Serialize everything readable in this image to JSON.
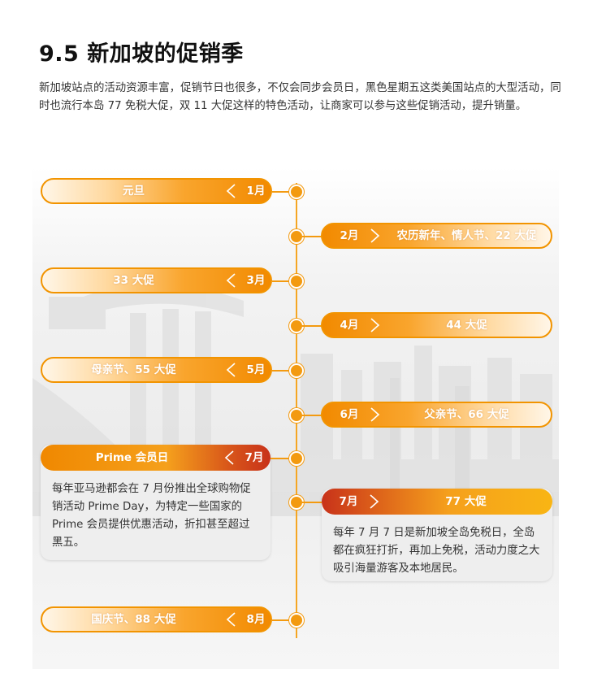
{
  "page": {
    "title": "9.5 新加坡的促销季",
    "intro": "新加坡站点的活动资源丰富，促销节日也很多，不仅会同步会员日，黑色星期五这类美国站点的大型活动，同时也流行本岛 77 免税大促，双 11 大促这样的特色活动，让商家可以参与这些促销活动，提升销量。"
  },
  "timeline": {
    "jan": {
      "month": "1月",
      "label": "元旦"
    },
    "feb": {
      "month": "2月",
      "label": "农历新年、情人节、22 大促"
    },
    "mar": {
      "month": "3月",
      "label": "33 大促"
    },
    "apr": {
      "month": "4月",
      "label": "44 大促"
    },
    "may": {
      "month": "5月",
      "label": "母亲节、55 大促"
    },
    "jun": {
      "month": "6月",
      "label": "父亲节、66 大促"
    },
    "jul_prime": {
      "month": "7月",
      "label": "Prime 会员日",
      "desc": "每年亚马逊都会在 7 月份推出全球购物促销活动 Prime Day，为特定一些国家的 Prime 会员提供优惠活动，折扣甚至超过黑五。"
    },
    "jul_77": {
      "month": "7月",
      "label": "77 大促",
      "desc": "每年 7 月 7 日是新加坡全岛免税日，全岛都在疯狂打折，再加上免税，活动力度之大吸引海量游客及本地居民。"
    },
    "aug": {
      "month": "8月",
      "label": "国庆节、88 大促"
    }
  },
  "colors": {
    "accent": "#f39a10",
    "deep": "#c8321a"
  }
}
